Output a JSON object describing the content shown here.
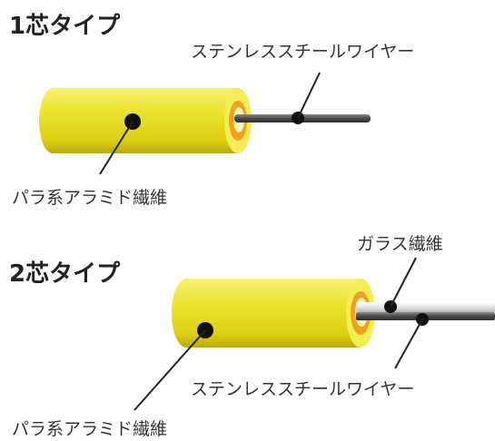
{
  "colors": {
    "sheath_light": "#f2ec4a",
    "sheath_mid": "#e3d418",
    "sheath_dark": "#b7a70a",
    "inner_ring": "#f0a21c",
    "steel_wire": "#555555",
    "glass_fiber": "#e6e6e6",
    "leader_line": "#222222"
  },
  "type1": {
    "title": "1芯タイプ",
    "wire_label": "ステンレススチールワイヤー",
    "fiber_label": "パラ系アラミド繊維"
  },
  "type2": {
    "title": "2芯タイプ",
    "glass_label": "ガラス繊維",
    "wire_label": "ステンレススチールワイヤー",
    "fiber_label": "パラ系アラミド繊維"
  }
}
